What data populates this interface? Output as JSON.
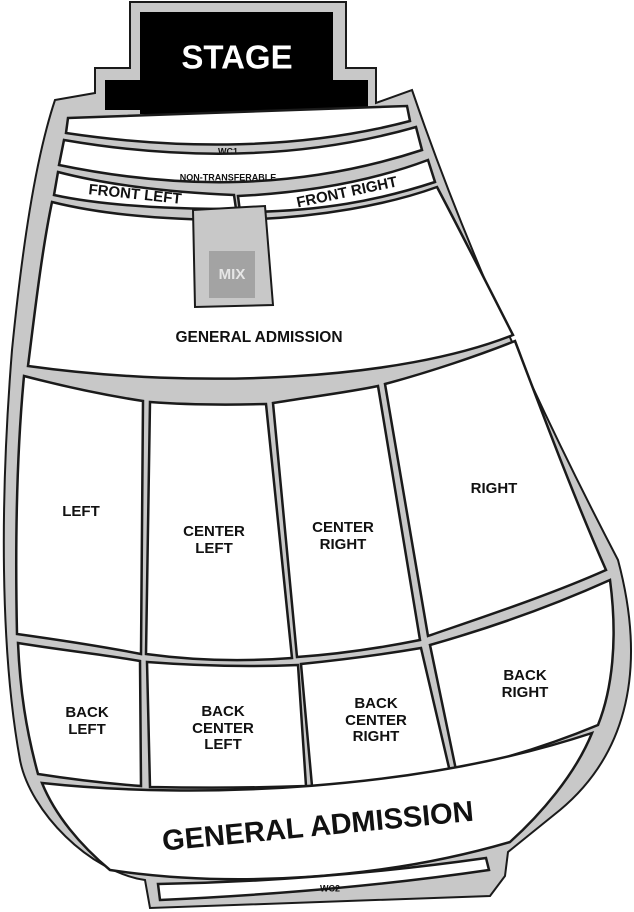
{
  "venue_map": {
    "stage": {
      "label": "STAGE",
      "color": "#000000"
    },
    "mix": {
      "label": "MIX",
      "color": "#a3a3a3"
    },
    "sections": {
      "wc1": {
        "label": "WC1"
      },
      "non_transferable": {
        "label": "NON-TRANSFERABLE"
      },
      "front_left": {
        "label": "FRONT LEFT"
      },
      "front_right": {
        "label": "FRONT RIGHT"
      },
      "general_admission_front": {
        "label": "GENERAL ADMISSION"
      },
      "left": {
        "label": "LEFT"
      },
      "center_left": {
        "label_lines": [
          "CENTER",
          "LEFT"
        ]
      },
      "center_right": {
        "label_lines": [
          "CENTER",
          "RIGHT"
        ]
      },
      "right": {
        "label": "RIGHT"
      },
      "back_left": {
        "label_lines": [
          "BACK",
          "LEFT"
        ]
      },
      "back_center_left": {
        "label_lines": [
          "BACK",
          "CENTER",
          "LEFT"
        ]
      },
      "back_center_right": {
        "label_lines": [
          "BACK",
          "CENTER",
          "RIGHT"
        ]
      },
      "back_right": {
        "label_lines": [
          "BACK",
          "RIGHT"
        ]
      },
      "general_admission_back": {
        "label": "GENERAL ADMISSION"
      },
      "wc2": {
        "label": "WC2"
      }
    },
    "colors": {
      "section_fill": "#ffffff",
      "outline": "#1a1a1a",
      "venue_border": "#c8c8c8"
    }
  }
}
